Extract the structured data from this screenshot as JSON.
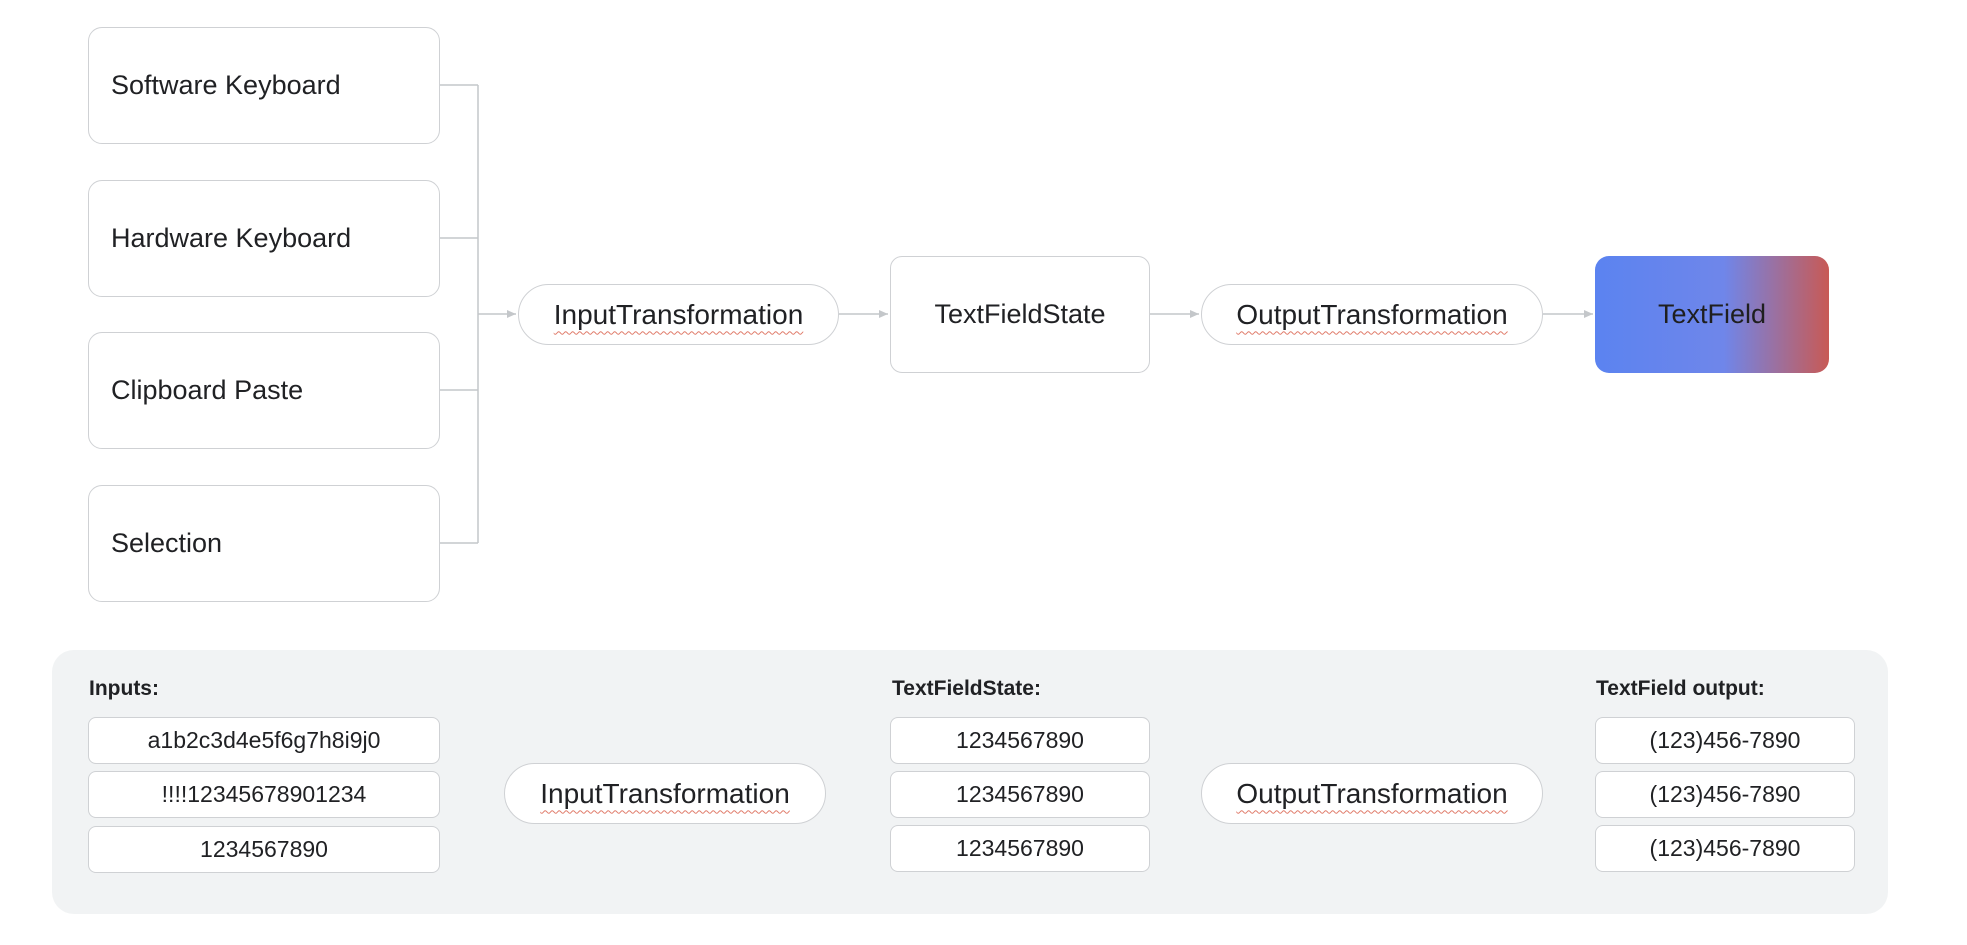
{
  "top": {
    "sources": [
      "Software Keyboard",
      "Hardware Keyboard",
      "Clipboard Paste",
      "Selection"
    ],
    "input_transformation": "InputTransformation",
    "state": "TextFieldState",
    "output_transformation": "OutputTransformation",
    "target": "TextField",
    "target_gradient": {
      "start": "#5b83f0",
      "mid": "#6f86ea",
      "end": "#c85a55"
    }
  },
  "example": {
    "inputs_label": "Inputs:",
    "inputs": [
      "a1b2c3d4e5f6g7h8i9j0",
      "!!!!12345678901234",
      "1234567890"
    ],
    "input_transformation": "InputTransformation",
    "state_label": "TextFieldState:",
    "states": [
      "1234567890",
      "1234567890",
      "1234567890"
    ],
    "output_transformation": "OutputTransformation",
    "output_label": "TextField output:",
    "outputs": [
      "(123)456-7890",
      "(123)456-7890",
      "(123)456-7890"
    ]
  },
  "colors": {
    "stroke": "#cfd1d4",
    "connector": "#c4c7ca",
    "panel": "#f1f3f4"
  }
}
